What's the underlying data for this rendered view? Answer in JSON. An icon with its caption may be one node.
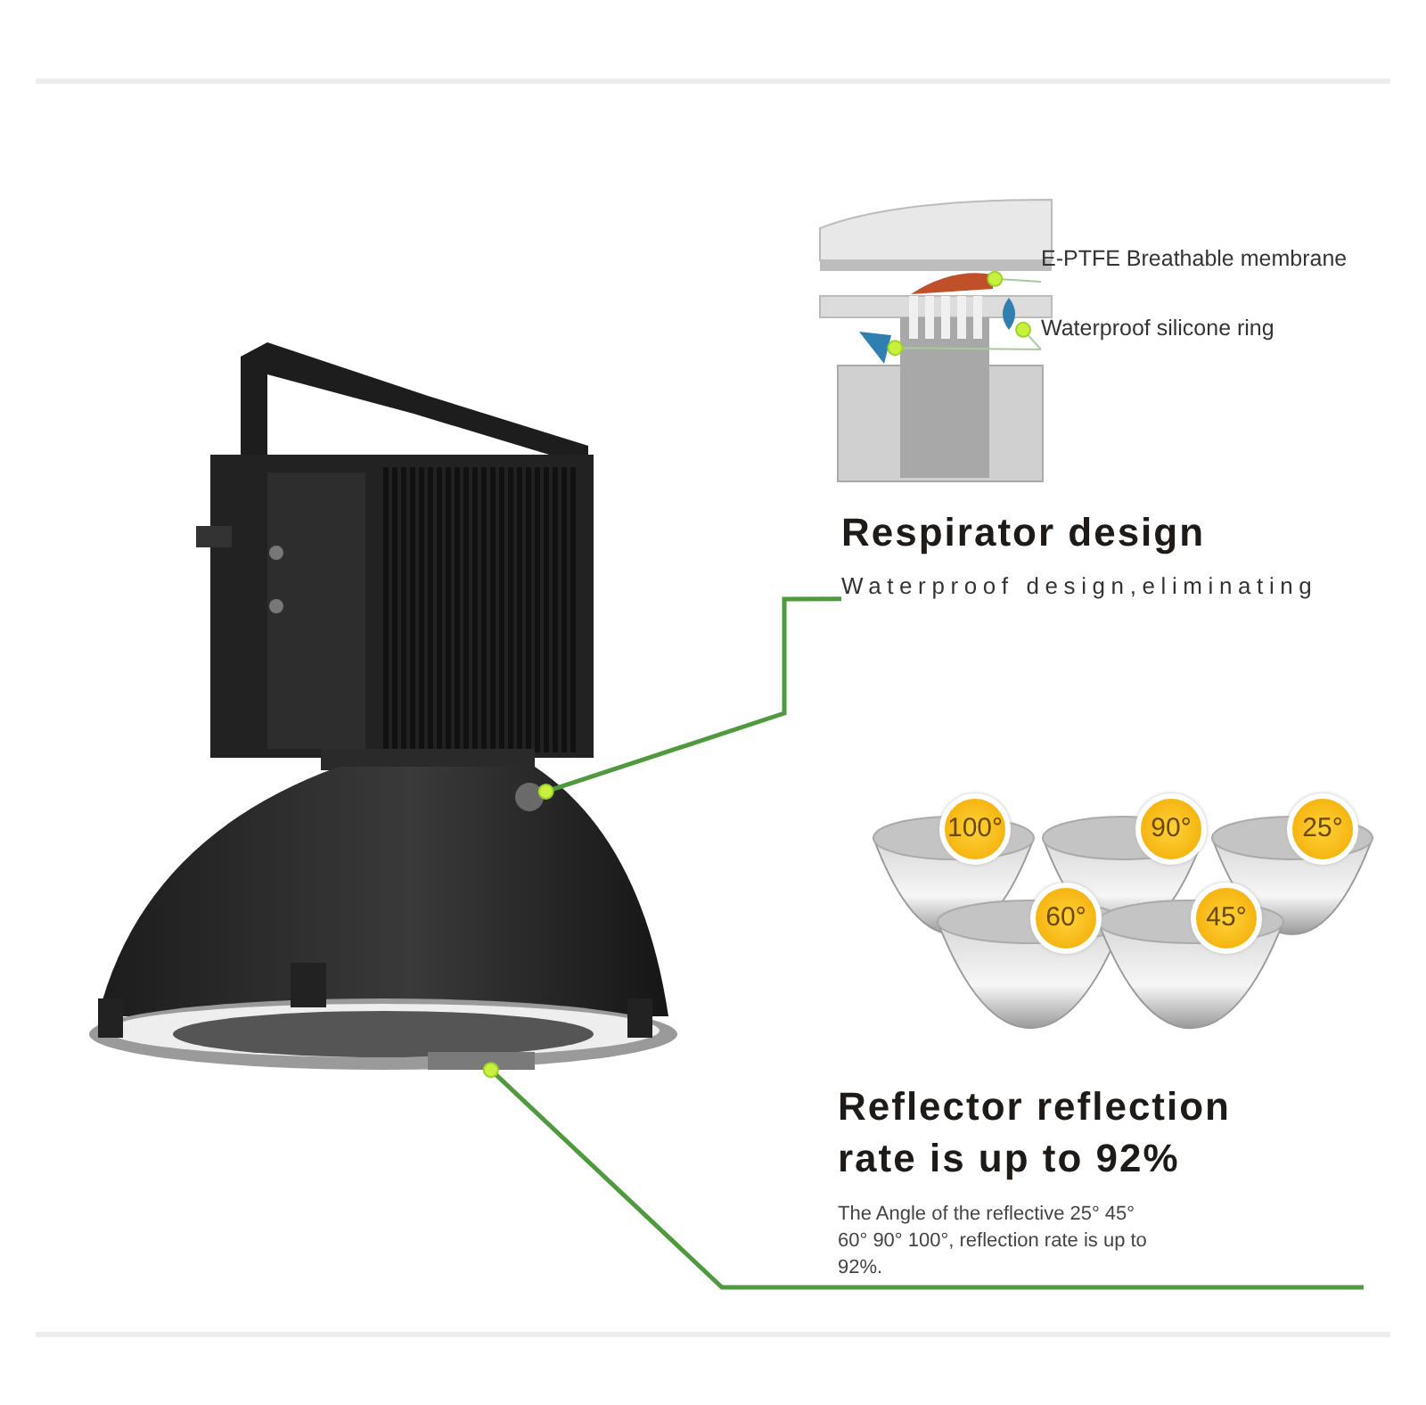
{
  "diagram": {
    "nodes": [
      {
        "text": [
          "E-PTFE Breathable membrane"
        ]
      },
      {
        "text": [],
        "shape": "picture"
      },
      {
        "text": [
          "Waterproof silicone ring"
        ]
      },
      {
        "text": [],
        "shape": "picture"
      },
      {
        "text": [],
        "shape": "picture"
      },
      {
        "text": [
          "Respirator design",
          "Waterproof design,eliminating"
        ]
      },
      {
        "text": [],
        "shape": "circle"
      },
      {
        "text": [
          "Reflector reflection rate is up to 92%",
          "The Angle of the reflective 25° 45° 60° 90° 100°, reflection rate is up to 92%."
        ]
      },
      {
        "text": [],
        "shape": "box"
      }
    ],
    "edges": [
      {
        "from": 0,
        "to": 1,
        "arrow": "other"
      },
      {
        "from": 2,
        "to": 3,
        "arrow": "other"
      },
      {
        "from": 2,
        "to": 4,
        "arrow": "other"
      },
      {
        "from": 5,
        "to": 6,
        "arrow": "other",
        "style": "thick",
        "color": "#4f9a3f"
      },
      {
        "from": 7,
        "to": 8,
        "arrow": "other",
        "style": "thick",
        "color": "#4f9a3f"
      }
    ],
    "labels": [
      "100°",
      "90°",
      "25°",
      "60°",
      "45°"
    ]
  }
}
